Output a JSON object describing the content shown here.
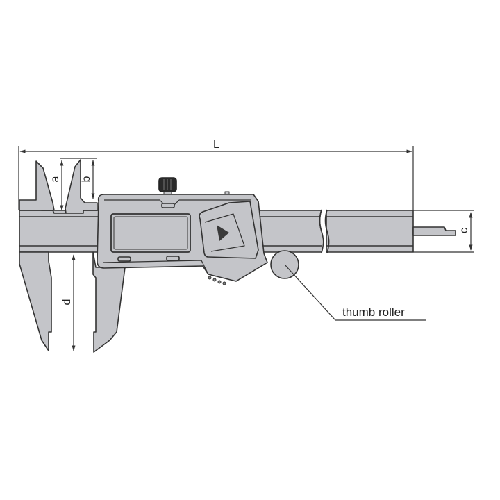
{
  "diagram": {
    "subject": "digital caliper dimension drawing",
    "colors": {
      "background": "#ffffff",
      "body_fill": "#c4c5c9",
      "stroke": "#333333",
      "knob": "#2a2a2a",
      "button_arrow": "#3a3a3a"
    },
    "dimensions": {
      "L": "L",
      "a": "a",
      "b": "b",
      "c": "c",
      "d": "d"
    },
    "callouts": [
      {
        "label": "thumb roller"
      }
    ]
  }
}
